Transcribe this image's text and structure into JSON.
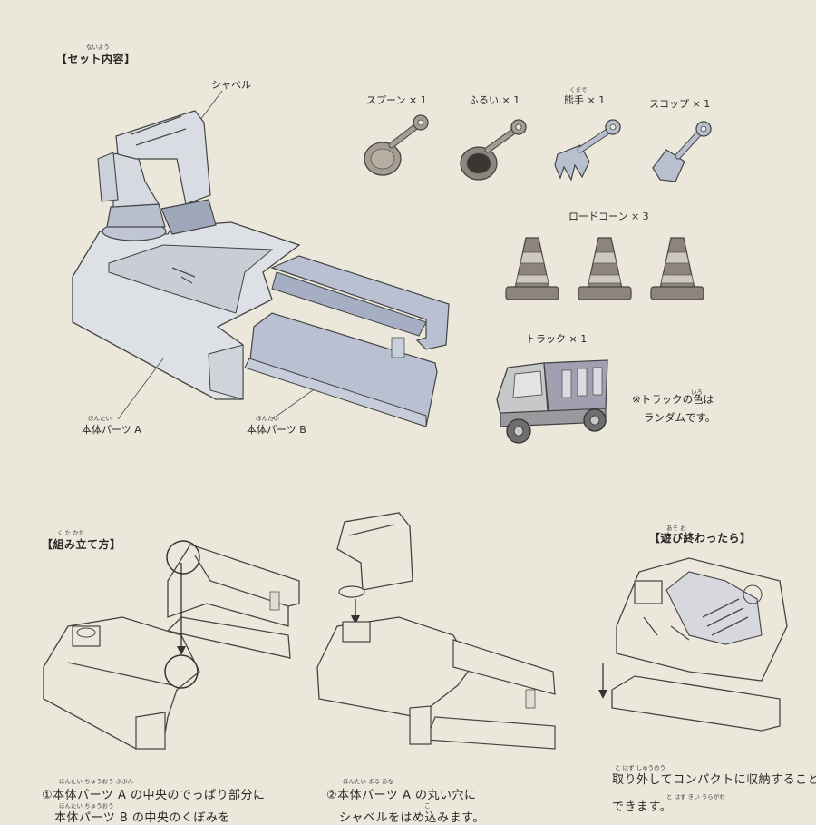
{
  "contents": {
    "title": "【セット内容】",
    "title_ruby": "ないよう",
    "shovel_label": "シャベル",
    "body_a": {
      "ruby": "ほんたい",
      "label": "本体パーツ A"
    },
    "body_b": {
      "ruby": "ほんたい",
      "label": "本体パーツ B"
    },
    "tools": [
      {
        "label": "スプーン × 1",
        "ruby": ""
      },
      {
        "label": "ふるい × 1",
        "ruby": ""
      },
      {
        "label": "熊手 × 1",
        "ruby": "くまで"
      },
      {
        "label": "スコップ × 1",
        "ruby": ""
      }
    ],
    "cones_label": "ロードコーン × 3",
    "truck_label": "トラック × 1",
    "truck_note_ruby": "いろ",
    "truck_note_line1": "※トラックの色は",
    "truck_note_line2": "ランダムです。"
  },
  "assembly": {
    "title": "【組み立て方】",
    "title_ruby": "く  た  かた",
    "step1_ruby": "ほんたい             ちゅうおう          ぶぶん",
    "step1_line1": "①本体パーツ A の中央のでっぱり部分に",
    "step1_ruby2": "ほんたい            ちゅうおう",
    "step1_line2": "本体パーツ B の中央のくぼみを",
    "step2_ruby": "ほんたい          まる   あな",
    "step2_line1": "②本体パーツ A の丸い穴に",
    "step2_ruby2": "こ",
    "step2_line2": "シャベルをはめ込みます。"
  },
  "after_play": {
    "title": "【遊び終わったら】",
    "title_ruby": "あそ    お",
    "ruby1": "と  はず                        しゅうのう",
    "line1": "取り外してコンパクトに収納することが",
    "ruby2": "と  はず  きい   うらがわ",
    "line2": "できます。"
  },
  "colors": {
    "background": "#ebe7db",
    "part_fill": "#dcdfe3",
    "part_blue": "#b4bccf",
    "tool_fill": "#a59d92",
    "cone_fill": "#8f847c",
    "truck_fill": "#c7c8c9"
  }
}
